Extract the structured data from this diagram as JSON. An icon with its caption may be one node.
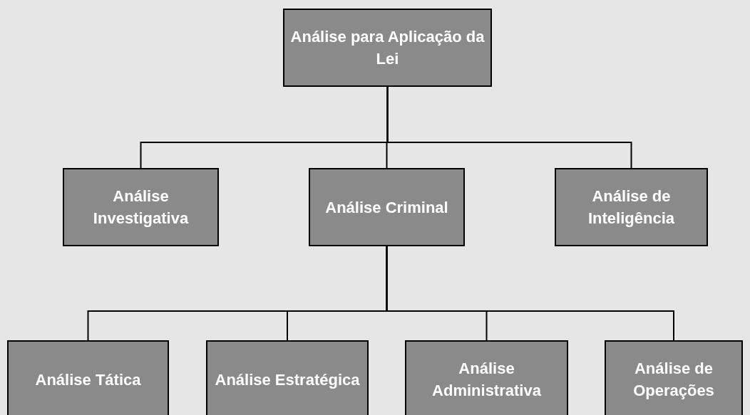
{
  "diagram": {
    "nodes": [
      {
        "text": [
          "Análise para Aplicação da Lei"
        ]
      },
      {
        "text": [
          "Análise Investigativa"
        ]
      },
      {
        "text": [
          "Análise Criminal"
        ]
      },
      {
        "text": [
          "Análise de Inteligência"
        ]
      },
      {
        "text": [
          "Análise Tática"
        ]
      },
      {
        "text": [
          "Análise Estratégica"
        ]
      },
      {
        "text": [
          "Análise Administrativa"
        ]
      },
      {
        "text": [
          "Análise de Operações"
        ]
      }
    ],
    "edges": [
      {
        "from": 0,
        "to": 1,
        "arrow": "none"
      },
      {
        "from": 0,
        "to": 2,
        "arrow": "none"
      },
      {
        "from": 0,
        "to": 3,
        "arrow": "none"
      },
      {
        "from": 2,
        "to": 4,
        "arrow": "none"
      },
      {
        "from": 2,
        "to": 5,
        "arrow": "none"
      },
      {
        "from": 2,
        "to": 6,
        "arrow": "none"
      },
      {
        "from": 2,
        "to": 7,
        "arrow": "none"
      }
    ]
  }
}
